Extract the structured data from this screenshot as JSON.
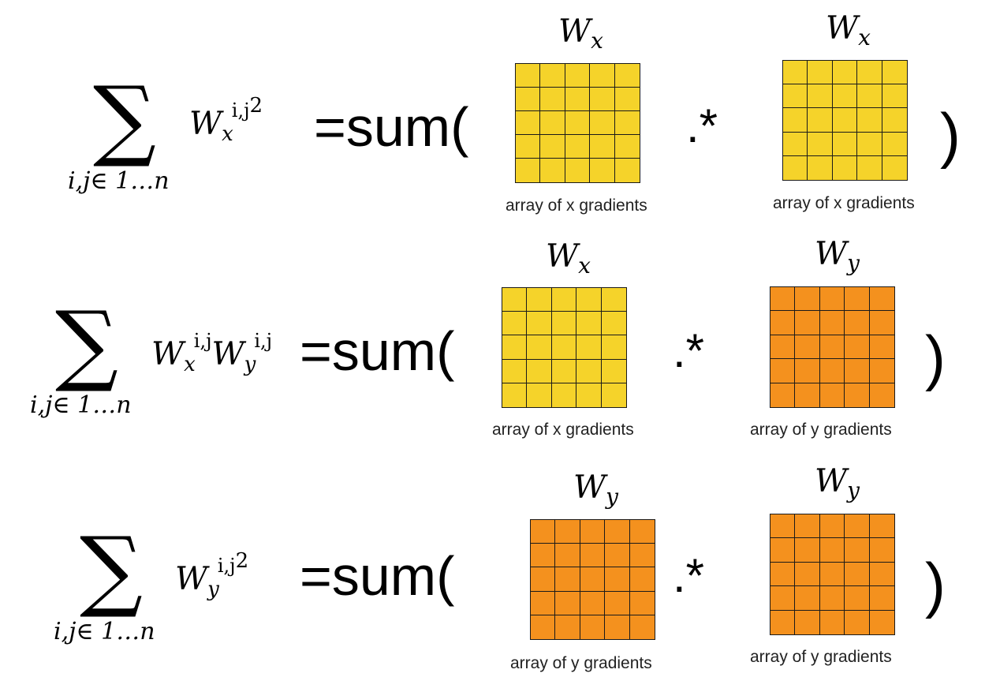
{
  "rows": [
    {
      "sum_subscript": "i,j∈ 1…n",
      "term_parts": [
        {
          "base": "W",
          "sub": "x",
          "sup": "i,j"
        }
      ],
      "power": "2",
      "equals_text": "=sum(",
      "op_text": ".*",
      "close_text": ")",
      "left_array": {
        "label_base": "W",
        "label_sub": "x",
        "caption": "array of x gradients",
        "color": "#f5d32a"
      },
      "right_array": {
        "label_base": "W",
        "label_sub": "x",
        "caption": "array of x gradients",
        "color": "#f5d32a"
      }
    },
    {
      "sum_subscript": "i,j∈ 1…n",
      "term_parts": [
        {
          "base": "W",
          "sub": "x",
          "sup": "i,j"
        },
        {
          "base": "W",
          "sub": "y",
          "sup": "i,j"
        }
      ],
      "power": "",
      "equals_text": "=sum(",
      "op_text": ".*",
      "close_text": ")",
      "left_array": {
        "label_base": "W",
        "label_sub": "x",
        "caption": "array of x gradients",
        "color": "#f5d32a"
      },
      "right_array": {
        "label_base": "W",
        "label_sub": "y",
        "caption": "array of y gradients",
        "color": "#f4911e"
      }
    },
    {
      "sum_subscript": "i,j∈ 1…n",
      "term_parts": [
        {
          "base": "W",
          "sub": "y",
          "sup": "i,j"
        }
      ],
      "power": "2",
      "equals_text": "=sum(",
      "op_text": ".*",
      "close_text": ")",
      "left_array": {
        "label_base": "W",
        "label_sub": "y",
        "caption": "array of y gradients",
        "color": "#f4911e"
      },
      "right_array": {
        "label_base": "W",
        "label_sub": "y",
        "caption": "array of y gradients",
        "color": "#f4911e"
      }
    }
  ],
  "grid_size": 5
}
